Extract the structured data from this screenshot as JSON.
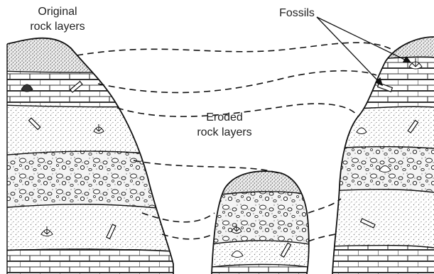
{
  "labels": {
    "original": [
      "Original",
      "rock layers"
    ],
    "fossils": "Fossils",
    "eroded": [
      "Eroded",
      "rock layers"
    ]
  },
  "colors": {
    "ink": "#222222",
    "stipple": "#8a8a8a",
    "background": "#ffffff"
  }
}
